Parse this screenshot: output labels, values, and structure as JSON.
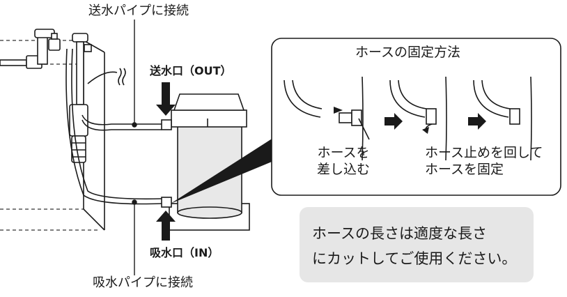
{
  "labels": {
    "outlet_pipe": "送水パイプに接続",
    "inlet_pipe": "吸水パイプに接続",
    "outlet_port": "送水口（OUT）",
    "inlet_port": "吸水口（IN）"
  },
  "panel": {
    "title": "ホースの固定方法",
    "step1_line1": "ホースを",
    "step1_line2": "差し込む",
    "step2_line1": "ホース止めを回して",
    "step2_line2": "ホースを固定"
  },
  "note": {
    "line1": "ホースの長さは適度な長さ",
    "line2": "にカットしてご使用ください。"
  },
  "colors": {
    "line": "#1a1a1a",
    "note_bg": "#e6e6e6",
    "filter_body": "#e8e8e8",
    "aquarium": "#555555"
  }
}
